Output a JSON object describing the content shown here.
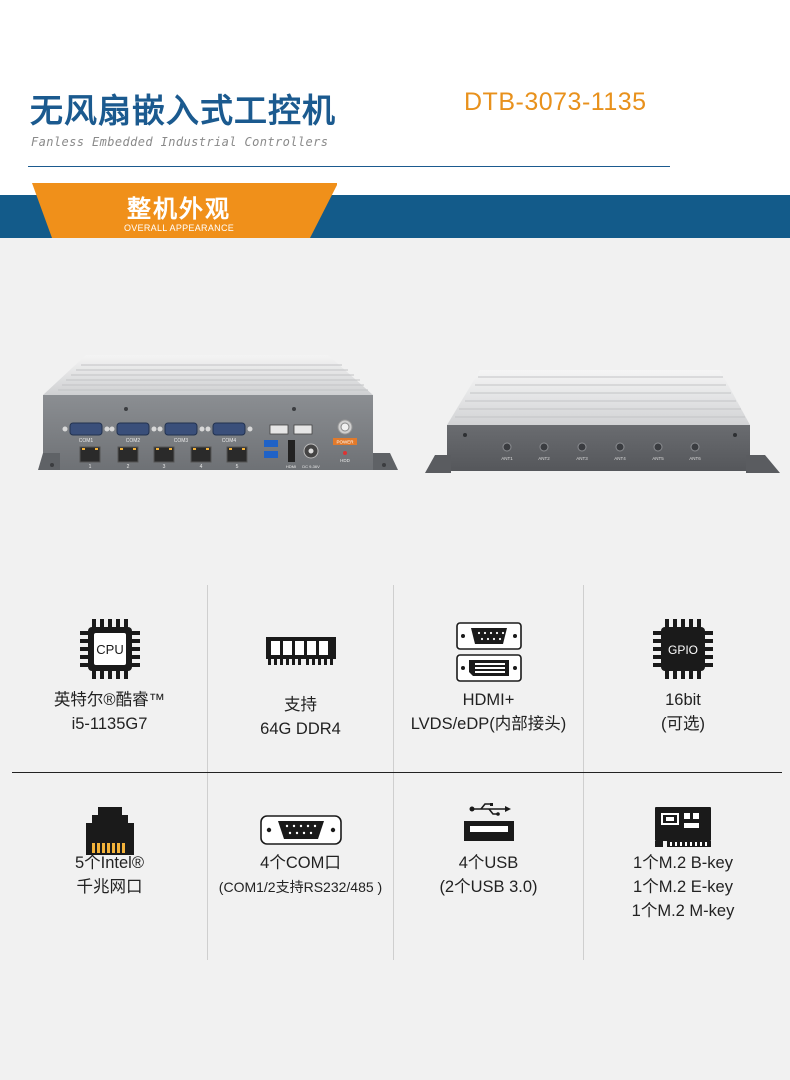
{
  "header": {
    "title_cn": "无风扇嵌入式工控机",
    "model": "DTB-3073-1135",
    "title_en": "Fanless Embedded Industrial Controllers"
  },
  "section": {
    "title": "整机外观",
    "subtitle": "OVERALL APPEARANCE"
  },
  "front_panel": {
    "com_labels": [
      "COM1",
      "COM2",
      "COM3",
      "COM4"
    ],
    "lan_labels": [
      "1",
      "2",
      "3",
      "4",
      "5"
    ],
    "hdmi_label": "HDMI",
    "dc_label": "DC 9-36V",
    "power_label": "POWER",
    "hdd_label": "HDD"
  },
  "back_panel": {
    "ant_labels": [
      "ANT1",
      "ANT2",
      "ANT3",
      "ANT4",
      "ANT5",
      "ANT6"
    ]
  },
  "features": [
    {
      "icon": "cpu-icon",
      "icon_text": "CPU",
      "lines": [
        "英特尔®酷睿™",
        "i5-1135G7"
      ]
    },
    {
      "icon": "ram-icon",
      "lines": [
        "支持",
        "64G DDR4"
      ]
    },
    {
      "icon": "display-ports-icon",
      "lines": [
        "HDMI+",
        "LVDS/eDP(内部接头)"
      ]
    },
    {
      "icon": "gpio-icon",
      "icon_text": "GPIO",
      "lines": [
        "16bit",
        "(可选)"
      ]
    },
    {
      "icon": "ethernet-icon",
      "lines": [
        "5个Intel®",
        "千兆网口"
      ]
    },
    {
      "icon": "serial-port-icon",
      "lines": [
        "4个COM口",
        "(COM1/2支持RS232/485 )"
      ]
    },
    {
      "icon": "usb-icon",
      "lines": [
        "4个USB",
        "(2个USB 3.0)"
      ]
    },
    {
      "icon": "m2-card-icon",
      "lines": [
        "1个M.2 B-key",
        "1个M.2 E-key",
        "1个M.2 M-key"
      ]
    }
  ],
  "colors": {
    "brand_blue": "#135b8a",
    "accent_orange": "#f0901a",
    "background_gray": "#f1f1f1"
  }
}
